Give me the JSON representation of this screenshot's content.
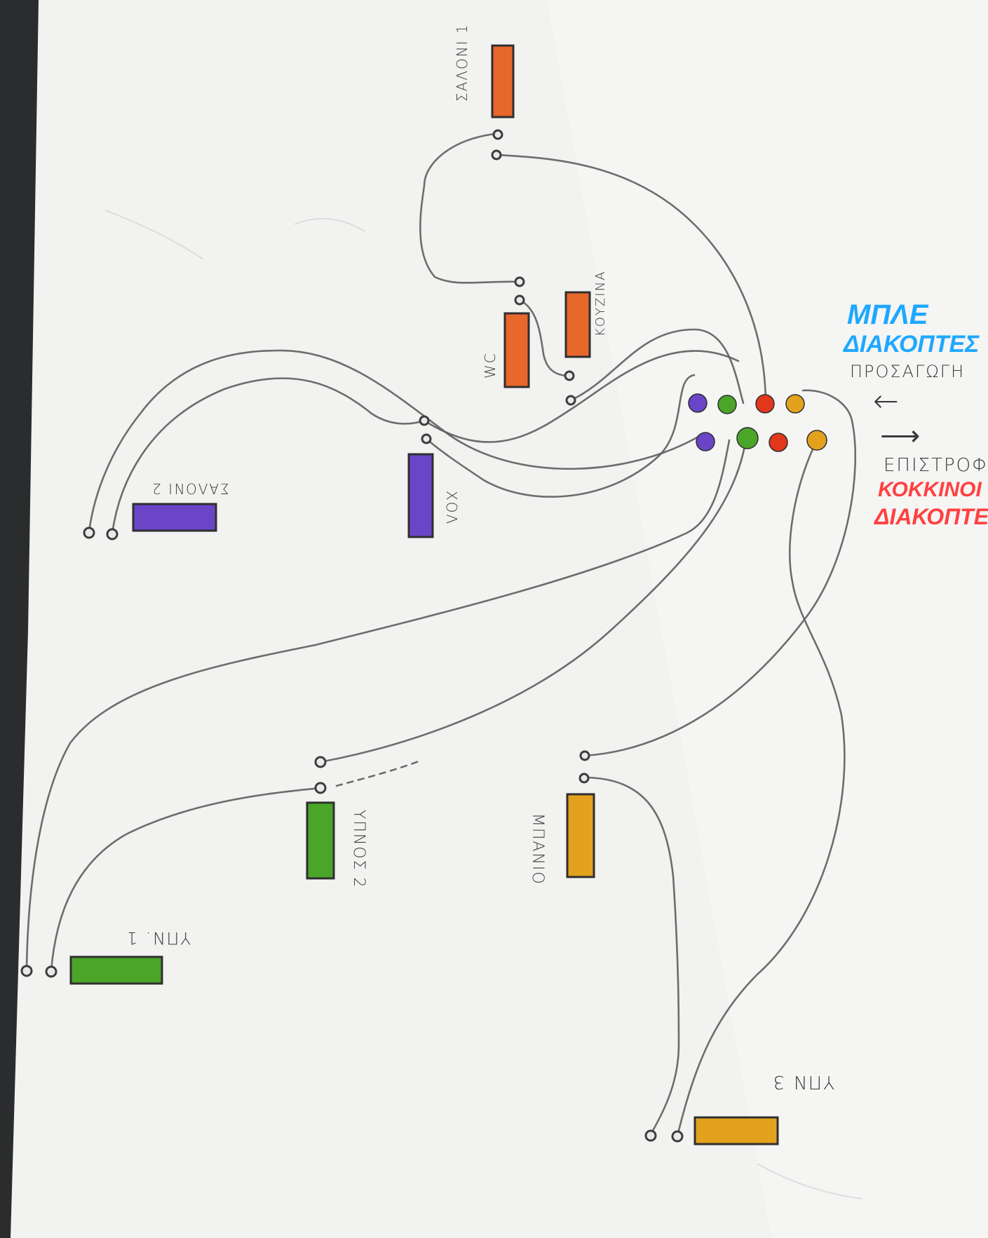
{
  "colors": {
    "background": "#2b2c2e",
    "paper": "#f2f2f1",
    "wire": "#5e5e5e",
    "orange": "#e8672a",
    "purple": "#6a45c8",
    "green": "#4aa528",
    "yellow": "#e3a21e",
    "red": "#e2371a",
    "blue_note": "#1ea8ff",
    "red_note": "#ff4141",
    "pencil": "#3a3a3a"
  },
  "rooms": {
    "saloni1": "ΣΑΛΟΝΙ 1",
    "kouzina": "ΚΟΥΖΙΝΑ",
    "wc": "WC",
    "saloni2": "ΣΑΛΟΝΙ 2",
    "hol": "ΧΟΛ",
    "ypnos1": "ΥΠΝ. 1",
    "ypnos2": "ΥΠΝΟΣ 2",
    "mpanio": "ΜΠΑΝΙΟ",
    "ypnos3": "ΥΠΝ 3"
  },
  "legend": {
    "blue_note_line1": "ΜΠΛΕ",
    "blue_note_line2": "ΔΙΑΚΟΠΤΕΣ",
    "supply_label": "ΠΡΟΣΑΓΩΓΗ",
    "supply_arrow": "←",
    "return_arrow": "⟶",
    "return_label": "ΕΠΙΣΤΡΟΦ",
    "red_note_line1": "ΚΟΚΚΙΝΟΙ",
    "red_note_line2": "ΔΙΑΚΟΠΤΕΣ"
  },
  "manifold_colors": {
    "top": [
      "purple",
      "green",
      "red",
      "yellow"
    ],
    "bottom": [
      "purple",
      "green",
      "red",
      "yellow"
    ]
  }
}
